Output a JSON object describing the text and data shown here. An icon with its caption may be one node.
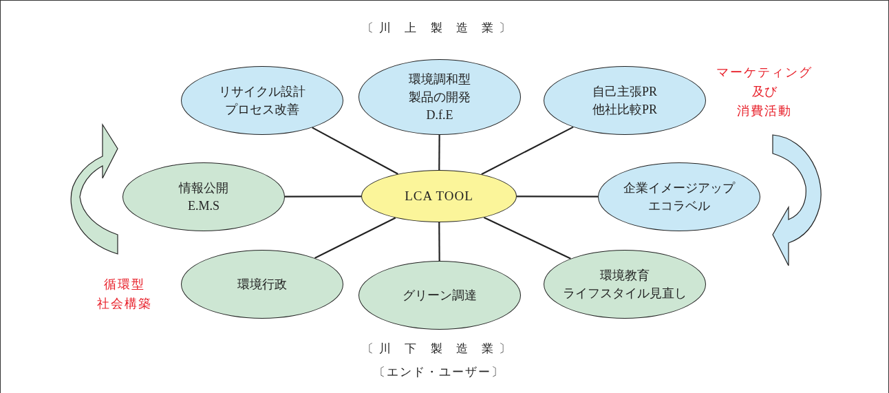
{
  "diagram": {
    "nodes": [
      {
        "text": [
          "LCA TOOL"
        ]
      },
      {
        "text": [
          "リサイクル設計",
          "プロセス改善"
        ]
      },
      {
        "text": [
          "環境調和型",
          "製品の開発",
          "D.f.E"
        ]
      },
      {
        "text": [
          "自己主張PR",
          "他社比較PR"
        ]
      },
      {
        "text": [
          "情報公開",
          "E.M.S"
        ]
      },
      {
        "text": [
          "企業イメージアップ",
          "エコラベル"
        ]
      },
      {
        "text": [
          "環境行政"
        ]
      },
      {
        "text": [
          "グリーン調達"
        ]
      },
      {
        "text": [
          "環境教育",
          "ライフスタイル見直し"
        ]
      }
    ],
    "edges": [
      {
        "from": 0,
        "to": 1,
        "arrow": "none"
      },
      {
        "from": 0,
        "to": 2,
        "arrow": "none"
      },
      {
        "from": 0,
        "to": 3,
        "arrow": "none"
      },
      {
        "from": 0,
        "to": 4,
        "arrow": "none"
      },
      {
        "from": 0,
        "to": 5,
        "arrow": "none"
      },
      {
        "from": 0,
        "to": 6,
        "arrow": "none"
      },
      {
        "from": 0,
        "to": 7,
        "arrow": "none"
      },
      {
        "from": 0,
        "to": 8,
        "arrow": "none"
      }
    ],
    "labels": [
      "〔川 上 製 造 業〕",
      "マーケティング",
      "及び",
      "消費活動",
      "循環型",
      "社会構築",
      "〔川 下 製 造 業〕",
      "〔エンド・ユーザー〕"
    ]
  }
}
